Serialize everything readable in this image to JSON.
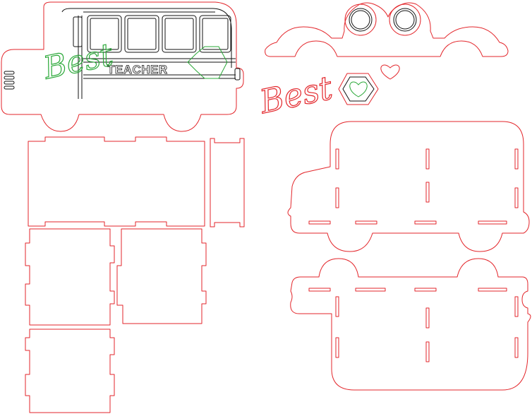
{
  "colors": {
    "cut": "#e3262b",
    "engrave": "#111111",
    "score": "#2aa838"
  },
  "labels": {
    "bus_sign": "TEACHER",
    "script_green": "Best",
    "script_red": "Best"
  },
  "icons": {
    "heart_shape": "heart-icon",
    "hexagon_badge": "hexagon-icon",
    "wheel_circles": "circle-icon"
  }
}
